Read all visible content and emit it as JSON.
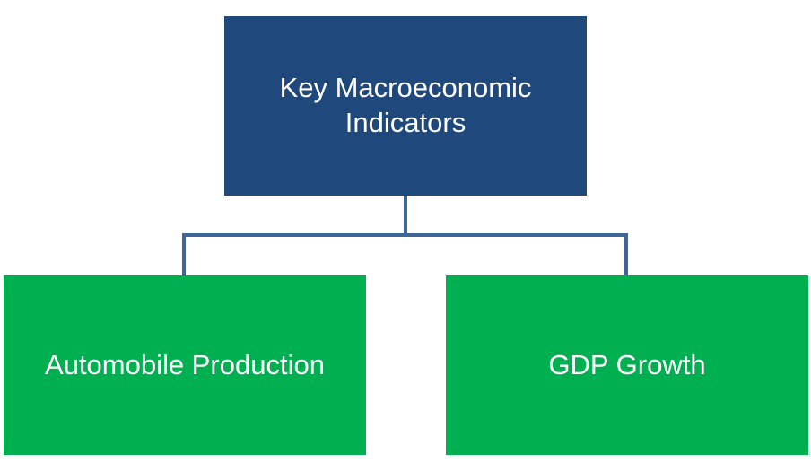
{
  "diagram": {
    "root": {
      "label_line1": "Key Macroeconomic",
      "label_line2": "Indicators",
      "color": "#1F497D"
    },
    "children": [
      {
        "label": "Automobile Production",
        "color": "#00B050"
      },
      {
        "label": "GDP Growth",
        "color": "#00B050"
      }
    ],
    "connector_color": "#3F6699"
  }
}
